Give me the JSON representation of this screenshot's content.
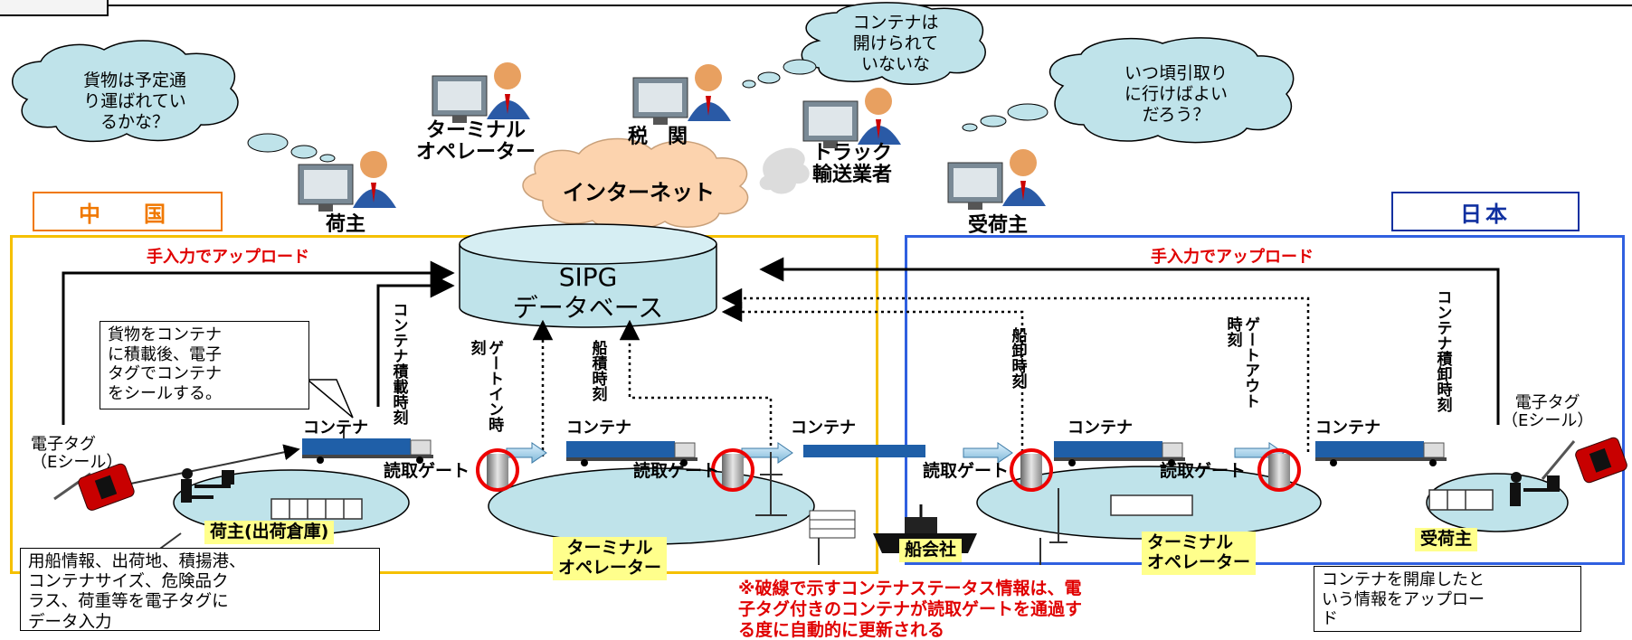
{
  "thought_bubbles": {
    "shipper": "貨物は予定通\nり運ばれてい\nるかな？",
    "customs": "コンテナは\n開けられて\nいないな",
    "consignee": "いつ頃引取り\nに行けばよい\nだろう？"
  },
  "actors": {
    "shipper": "荷主",
    "terminal": "ターミナル\nオペレーター",
    "customs": "税　関",
    "truck": "トラック\n輸送業者",
    "consignee": "受荷主"
  },
  "internet": "インターネット",
  "regions": {
    "china": "中　国",
    "japan": "日本"
  },
  "database": {
    "line1": "SIPG",
    "line2": "データベース"
  },
  "manual_upload": {
    "left": "手入力でアップロード",
    "right": "手入力でアップロード"
  },
  "events": {
    "load": "コンテナ積載時刻",
    "gate_in": "ゲートイン時刻",
    "ship_load": "船積時刻",
    "ship_unload": "船卸時刻",
    "gate_out": "ゲートアウト時刻",
    "unload": "コンテナ積卸時刻"
  },
  "container_labels": [
    "コンテナ",
    "コンテナ",
    "コンテナ",
    "コンテナ",
    "コンテナ"
  ],
  "read_gates": [
    "読取ゲート",
    "読取ゲート",
    "読取ゲート",
    "読取ゲート"
  ],
  "etag": {
    "left": "電子タグ\n（Eシール）",
    "right": "電子タグ\n（Eシール）"
  },
  "places": {
    "shipper_warehouse": "荷主(出荷倉庫)",
    "terminal_cn": "ターミナル\nオペレーター",
    "shipping_company": "船会社",
    "terminal_jp": "ターミナル\nオペレーター",
    "consignee": "受荷主"
  },
  "notes": {
    "seal": "貨物をコンテナ\nに積載後、電子\nタグでコンテナ\nをシールする。",
    "data_input": "用船情報、出荷地、積揚港、\nコンテナサイズ、危険品ク\nラス、荷重等を電子タグに\nデータ入力",
    "open": "コンテナを開扉したと\nいう情報をアップロー\nド"
  },
  "footnote": "※破線で示すコンテナステータス情報は、電\n子タグ付きのコンテナが読取ゲートを通過す\nる度に自動的に更新される",
  "colors": {
    "china_border": "#f5c000",
    "china_label": "#f07800",
    "japan_border": "#3060e0",
    "japan_label": "#1030a0",
    "bubble_fill": "#bfe3ea",
    "cloud_fill": "#fcd3ae",
    "db_fill": "#bfe3ea",
    "highlight": "#ffff8c",
    "alert": "#e00000"
  }
}
